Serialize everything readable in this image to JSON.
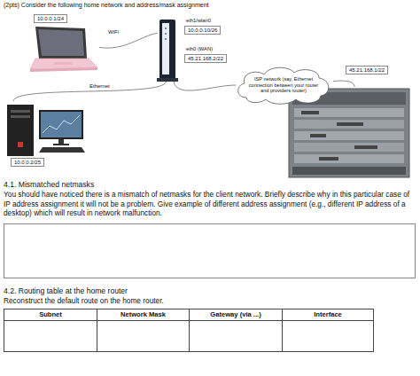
{
  "diagram": {
    "title": "(2pts) Consider the following home network and address/mask assignment",
    "nodes": [
      {
        "text": [
          "10.0.0.1/24"
        ]
      },
      {
        "text": [
          "eth1/wlan0",
          "10.0.0.10/26",
          "eth0 (WAN)",
          "45.21.168.2/22"
        ]
      },
      {
        "text": [
          "10.0.0.2/25"
        ]
      },
      {
        "text": [
          "ISP network (say, Ethernet connection between your router and providers router)"
        ]
      },
      {
        "text": [
          "45.21.168.1/22"
        ]
      }
    ],
    "edges": [
      {
        "from": 0,
        "to": 1,
        "label": "WiFi",
        "arrow": "none"
      },
      {
        "from": 2,
        "to": 1,
        "label": "Ethernet",
        "arrow": "none"
      },
      {
        "from": 1,
        "to": 3,
        "arrow": "none"
      },
      {
        "from": 3,
        "to": 4,
        "arrow": "none"
      }
    ],
    "labels": [
      "4.1. Mismatched netmasks",
      "You should have noticed there is a mismatch of netmasks for the client network. Briefly describe why in this particular case of IP address assignment it will not be a problem. Give example of different address assignment (e.g., different IP address of a desktop) which will result in network malfunction.",
      "4.2. Routing table at the home router",
      "Reconstruct the default route on the home router.",
      "Subnet",
      "Network Mask",
      "Gateway (via ...)",
      "Interface"
    ]
  }
}
